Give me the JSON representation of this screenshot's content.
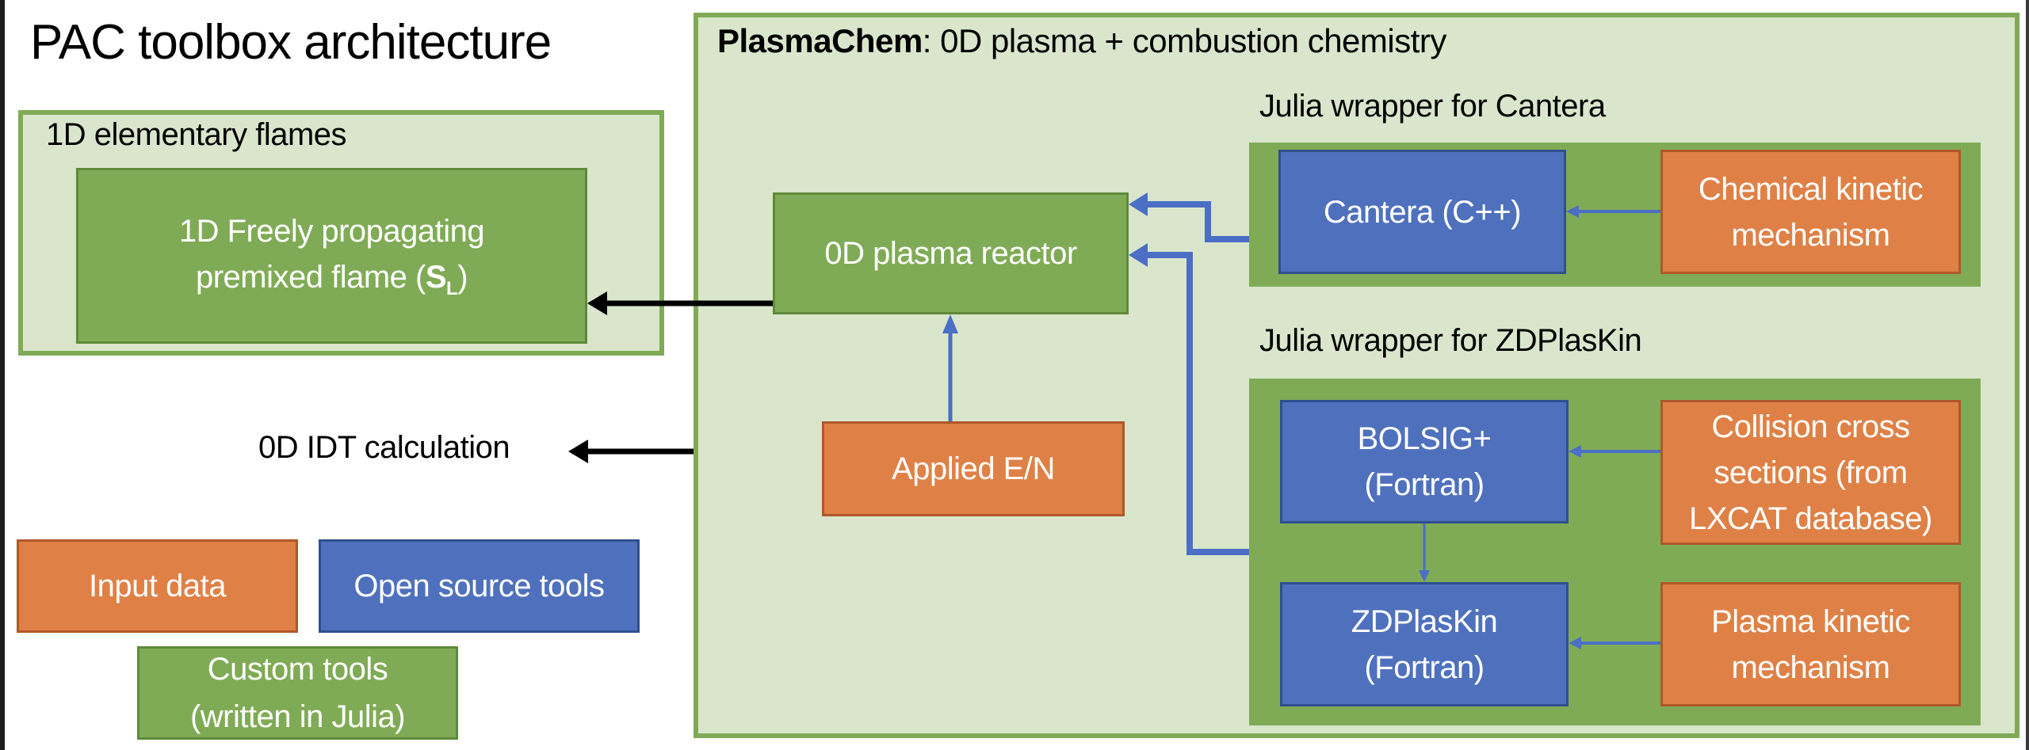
{
  "title": "PAC toolbox architecture",
  "flames_group": {
    "label": "1D elementary flames",
    "flame_box": {
      "line1": "1D Freely propagating",
      "line2_prefix": "premixed flame (",
      "symbol": "S",
      "subscript": "L",
      "line2_suffix": ")"
    }
  },
  "plasmachem": {
    "name": "PlasmaChem",
    "description": ": 0D plasma + combustion chemistry",
    "reactor": "0D plasma reactor",
    "applied_en": "Applied E/N",
    "idt_output": "0D IDT calculation",
    "cantera_wrapper": {
      "label": "Julia wrapper for Cantera",
      "tool": "Cantera (C++)",
      "input_line1": "Chemical kinetic",
      "input_line2": "mechanism"
    },
    "zdplaskin_wrapper": {
      "label": "Julia wrapper for ZDPlasKin",
      "bolsig_line1": "BOLSIG+",
      "bolsig_line2": "(Fortran)",
      "collision_line1": "Collision cross",
      "collision_line2": "sections (from",
      "collision_line3": "LXCAT database)",
      "zdplaskin_line1": "ZDPlasKin",
      "zdplaskin_line2": "(Fortran)",
      "plasma_line1": "Plasma kinetic",
      "plasma_line2": "mechanism"
    }
  },
  "legend": {
    "input": "Input data",
    "open_source": "Open source tools",
    "custom_line1": "Custom tools",
    "custom_line2": "(written in Julia)"
  },
  "colors": {
    "input_orange": "#df8146",
    "open_source_blue": "#4f71bd",
    "custom_green": "#80ab56",
    "container_light_green": "#d9e6cc",
    "arrow_blue": "#4a6fc4",
    "arrow_black": "#000000"
  }
}
